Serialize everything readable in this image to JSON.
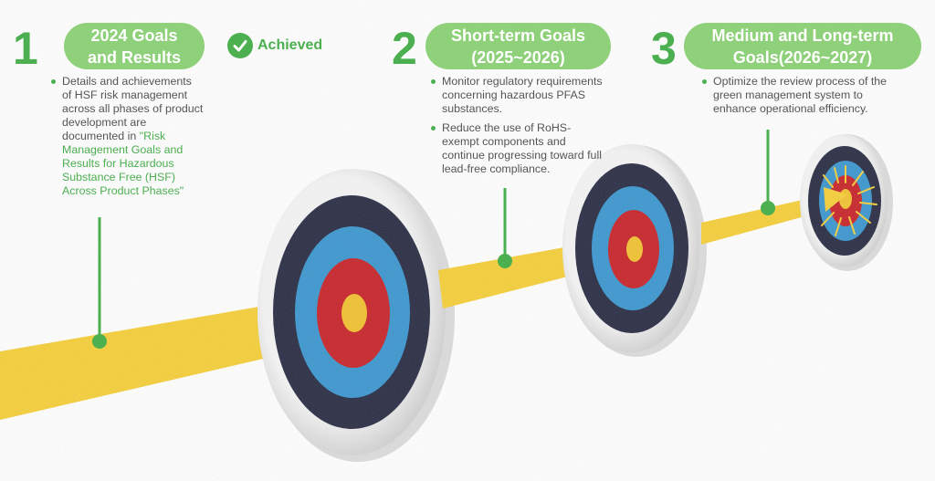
{
  "goals": [
    {
      "number": "1",
      "title_line1": "2024 Goals",
      "title_line2": "and Results",
      "bullet_text": "Details and achievements of HSF risk management across all phases of product development are documented in ",
      "bullet_link": "\"Risk Management Goals and Results for Hazardous Substance Free (HSF) Across Product Phases\""
    },
    {
      "number": "2",
      "title_line1": "Short-term Goals",
      "title_line2": "(2025~2026)",
      "bullets": [
        "Monitor regulatory requirements concerning hazardous PFAS substances.",
        "Reduce the use of RoHS-exempt components and continue progressing toward full lead-free compliance."
      ]
    },
    {
      "number": "3",
      "title_line1": "Medium and Long-term",
      "title_line2": "Goals(2026~2027)",
      "bullets": [
        "Optimize the review process of the green management system to enhance operational efficiency."
      ]
    }
  ],
  "status": {
    "label": "Achieved",
    "icon": "check-circle-icon"
  },
  "colors": {
    "green": "#4caf50",
    "pill": "#8fd07a",
    "arrow": "#f5cf3a",
    "target_navy": "#2b2e45",
    "target_blue": "#3d97cf",
    "target_red": "#c8262b",
    "target_center": "#f1c232",
    "target_white": "#f1f1f1"
  }
}
